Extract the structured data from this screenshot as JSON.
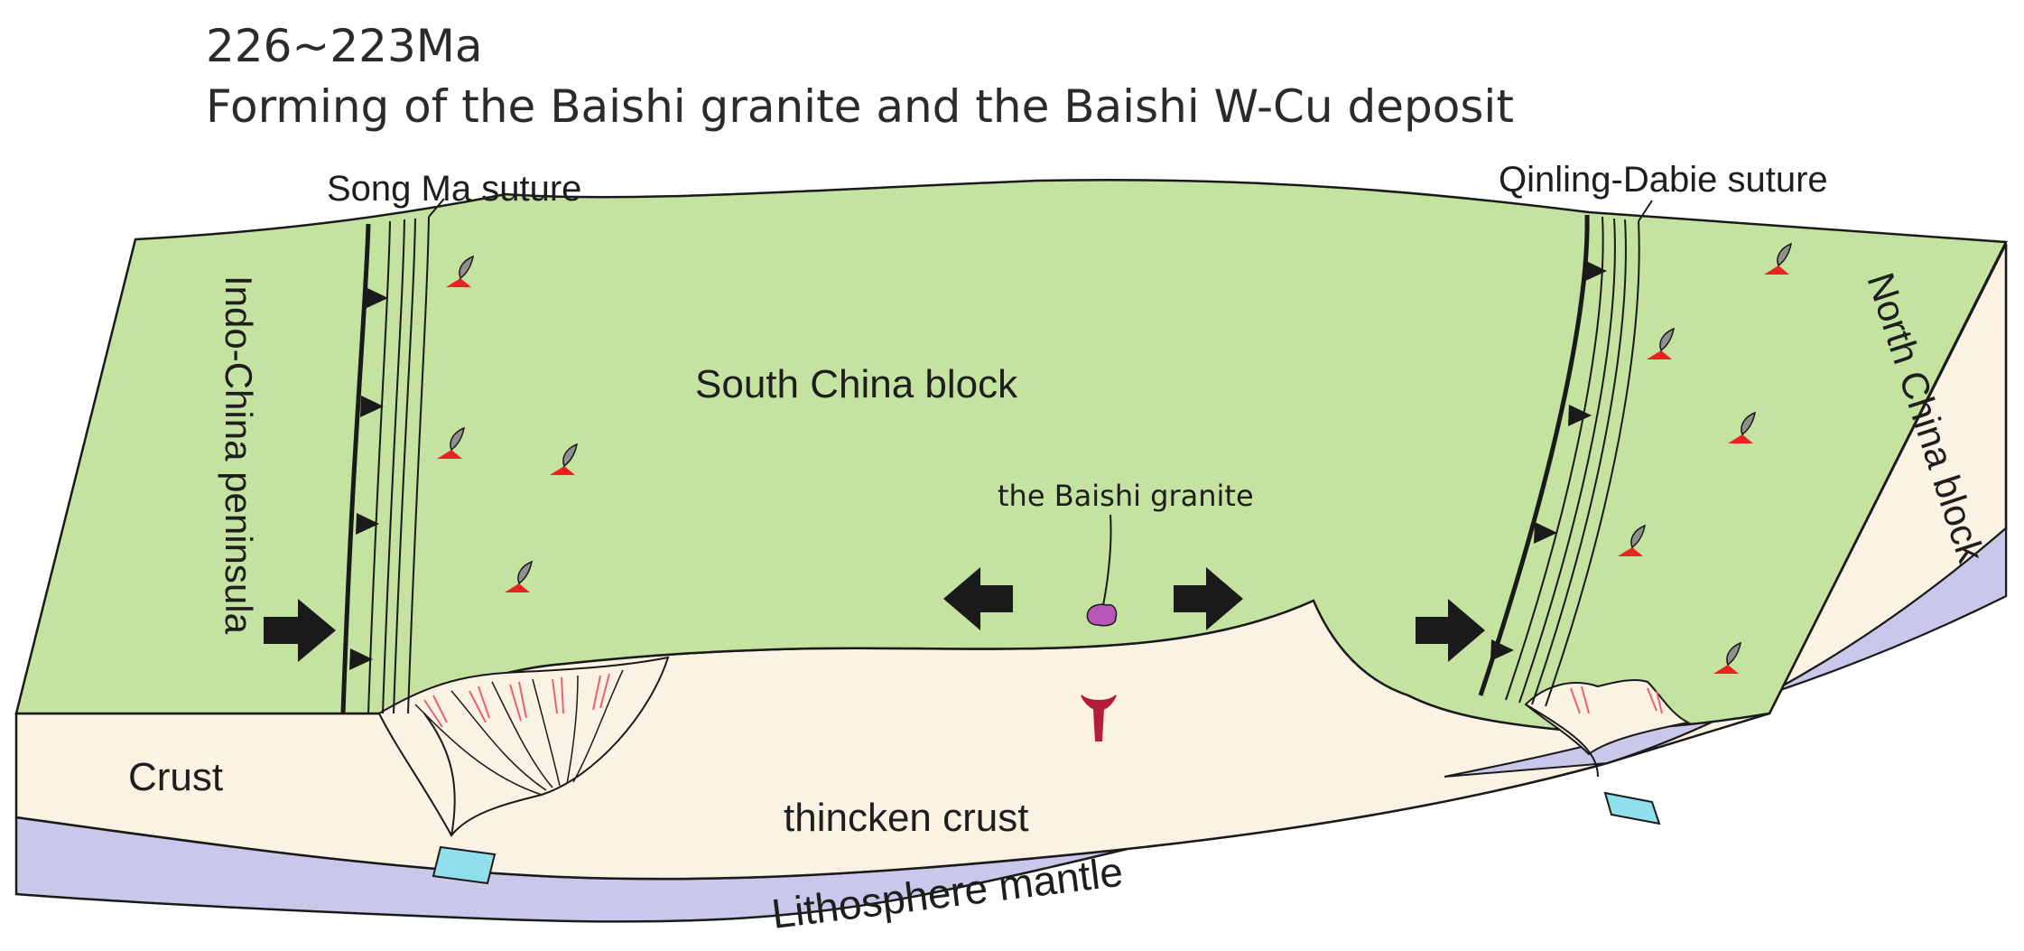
{
  "title": {
    "age": "226~223Ma",
    "caption": "Forming of the Baishi granite and the Baishi W-Cu deposit"
  },
  "labels": {
    "song_ma_suture": "Song Ma suture",
    "qinling_dabie_suture": "Qinling-Dabie suture",
    "indo_china": "Indo-China peninsula",
    "south_china": "South China block",
    "north_china": "North China block",
    "baishi_granite": "the Baishi granite",
    "crust": "Crust",
    "thick_crust": "thincken crust",
    "mantle": "Lithosphere mantle"
  },
  "colors": {
    "block_surface": "#c4e2a0",
    "crust": "#fbf2e4",
    "mantle": "#c8c8ea",
    "mantle_slab": "#8fe0ec",
    "arrow": "#1a1a1a",
    "volcano_base": "#e5251f",
    "volcano_plume": "#909090",
    "granite": "#b857b8",
    "granite_root": "#b31e3c",
    "fracture_lines": "#e8607a",
    "outline": "#1a1a1a"
  },
  "symbols": {
    "volcano": "volcano-icon",
    "arrow": "arrow-icon",
    "thrust": "thrust-triangle-icon"
  }
}
